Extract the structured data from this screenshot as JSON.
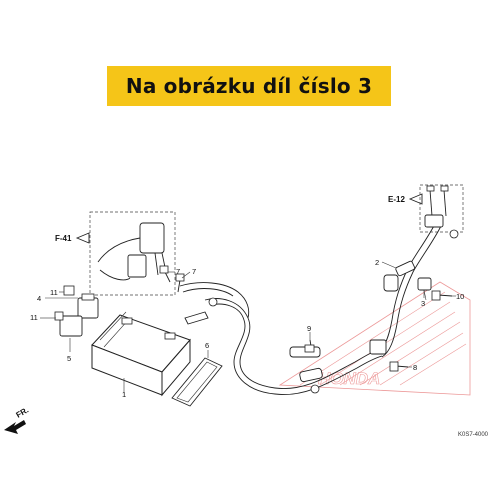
{
  "banner": {
    "text": "Na obrázku díl číslo 3",
    "color": "#f5c518"
  },
  "refs": {
    "e12": "E-12",
    "f41": "F-41",
    "fr": "FR."
  },
  "callouts": {
    "n1": "1",
    "n2": "2",
    "n3": "3",
    "n4": "4",
    "n5": "5",
    "n6": "6",
    "n7a": "7",
    "n7b": "7",
    "n8": "8",
    "n9": "9",
    "n10": "10",
    "n11a": "11",
    "n11b": "11"
  },
  "watermark": "HONDA",
  "diagram_code": "K0S7-4000"
}
